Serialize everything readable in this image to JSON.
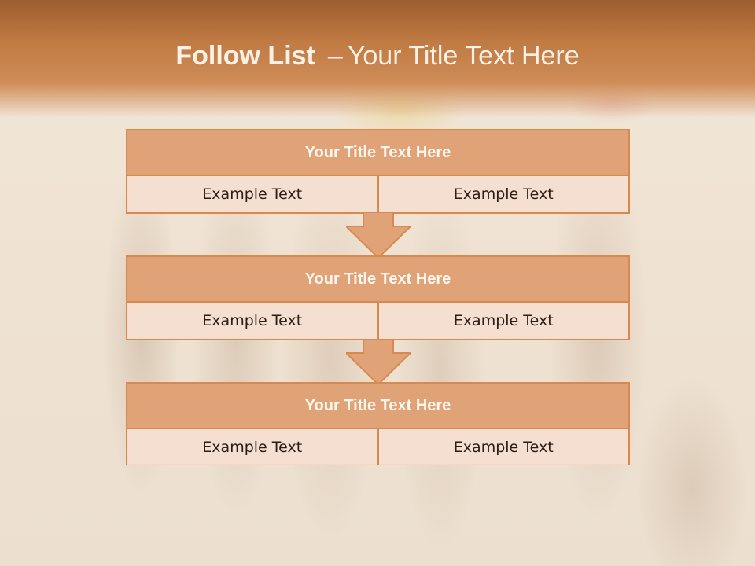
{
  "title": {
    "bold": "Follow List",
    "separator": "–",
    "rest": "Your Title Text Here"
  },
  "blocks": [
    {
      "heading": "Your Title Text Here",
      "cells": [
        "Example Text",
        "Example Text"
      ]
    },
    {
      "heading": "Your Title Text Here",
      "cells": [
        "Example Text",
        "Example Text"
      ]
    },
    {
      "heading": "Your Title Text Here",
      "cells": [
        "Example Text",
        "Example Text"
      ]
    }
  ],
  "colors": {
    "header_band": "#c07a44",
    "block_border": "#d9894f",
    "block_heading": "#e0a378",
    "cell_fill": "#f3dccd",
    "arrow_fill": "#e0a378"
  },
  "background": {
    "description_icon": "beach-sand-photo"
  }
}
